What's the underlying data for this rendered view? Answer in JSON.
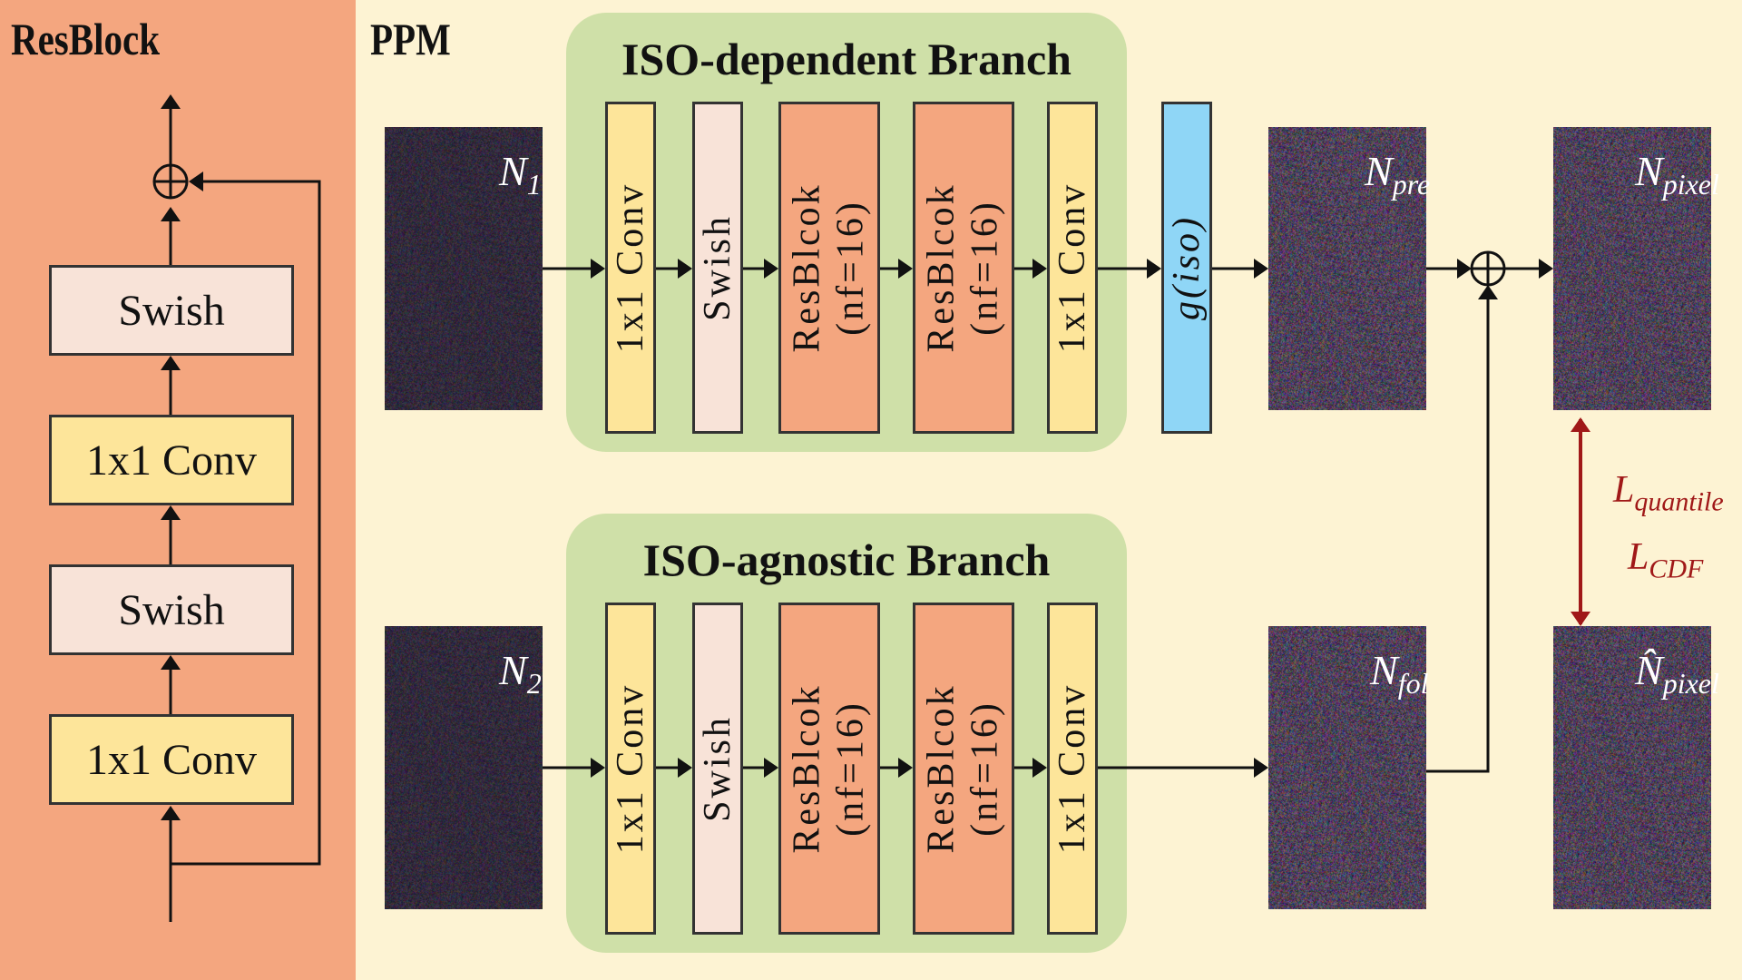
{
  "resblock": {
    "title": "ResBlock",
    "blocks": [
      "Swish",
      "1x1 Conv",
      "Swish",
      "1x1 Conv"
    ]
  },
  "ppm": {
    "title": "PPM"
  },
  "branches": {
    "dependent": {
      "title": "ISO-dependent Branch",
      "conv1": "1x1 Conv",
      "swish": "Swish",
      "res1_a": "ResBlcok",
      "res1_b": "(nf=16)",
      "res2_a": "ResBlcok",
      "res2_b": "(nf=16)",
      "conv2": "1x1 Conv"
    },
    "agnostic": {
      "title": "ISO-agnostic Branch",
      "conv1": "1x1 Conv",
      "swish": "Swish",
      "res1_a": "ResBlcok",
      "res1_b": "(nf=16)",
      "res2_a": "ResBlcok",
      "res2_b": "(nf=16)",
      "conv2": "1x1 Conv"
    }
  },
  "iso_function": "g(iso)",
  "noise_maps": {
    "n1": {
      "main": "N",
      "sub": "1"
    },
    "n2": {
      "main": "N",
      "sub": "2"
    },
    "npre": {
      "main": "N",
      "sub": "pre"
    },
    "nfol": {
      "main": "N",
      "sub": "fol"
    },
    "npixel": {
      "main": "N",
      "sub": "pixel"
    },
    "npixel_hat": {
      "main": "N̂",
      "sub": "pixel"
    }
  },
  "losses": {
    "quantile": {
      "main": "L",
      "sub": "quantile"
    },
    "cdf": {
      "main": "L",
      "sub": "CDF"
    }
  },
  "colors": {
    "resblock_bg": "#f4a67f",
    "ppm_bg": "#fdf3d3",
    "branch_bg": "#cfe0a8",
    "conv": "#fde59a",
    "swish": "#f8e3d8",
    "res": "#f4a67f",
    "iso": "#8fd6f6",
    "loss": "#a01818"
  }
}
